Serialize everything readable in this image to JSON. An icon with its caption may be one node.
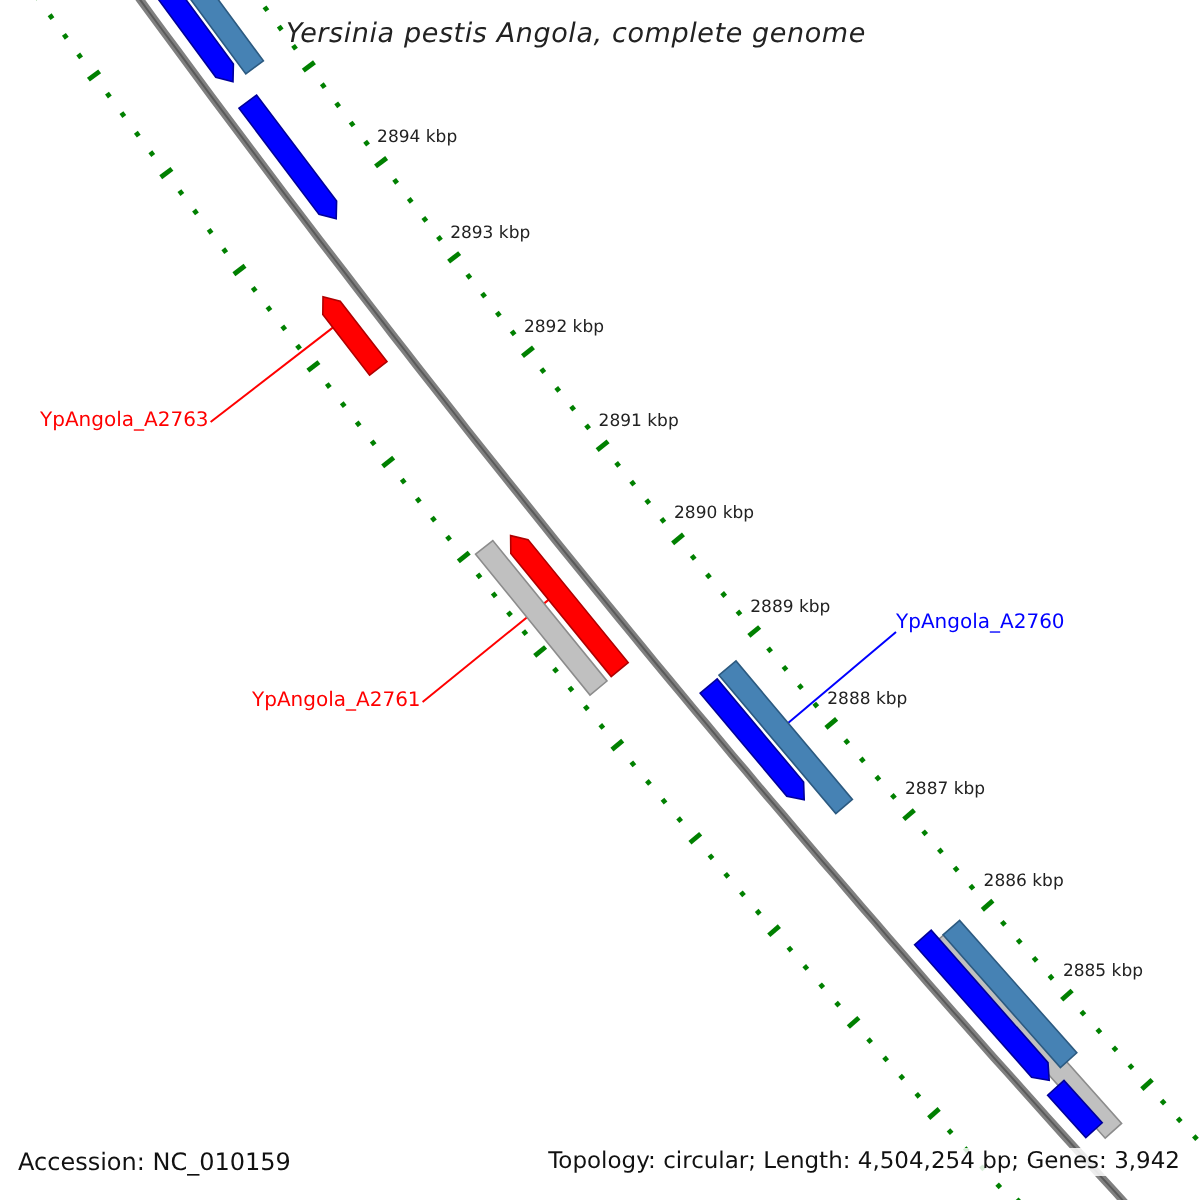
{
  "diagram": {
    "title": "Yersinia pestis Angola, complete genome",
    "nodes": [
      {
        "text": [],
        "shape": "bar"
      },
      {
        "text": [],
        "shape": "arrow"
      },
      {
        "text": [],
        "shape": "arrow"
      },
      {
        "text": [],
        "shape": "arrow"
      },
      {
        "text": [
          "YpAngola_A2763"
        ]
      },
      {
        "text": [],
        "shape": "arrow"
      },
      {
        "text": [],
        "shape": "bar"
      },
      {
        "text": [
          "YpAngola_A2760"
        ]
      },
      {
        "text": [],
        "shape": "bar"
      },
      {
        "text": [
          "YpAngola_A2761"
        ]
      },
      {
        "text": [],
        "shape": "arrow"
      },
      {
        "text": [],
        "shape": "bar"
      },
      {
        "text": [],
        "shape": "bar"
      },
      {
        "text": [],
        "shape": "arrow"
      },
      {
        "text": [],
        "shape": "bar"
      }
    ],
    "edges": [
      {
        "from": 4,
        "to": 3,
        "arrow": "none"
      },
      {
        "from": 9,
        "to": 5,
        "arrow": "none"
      },
      {
        "from": 7,
        "to": 8,
        "arrow": "none",
        "color": "#0000ff"
      }
    ],
    "labels": [
      "2894 kbp",
      "2893 kbp",
      "2892 kbp",
      "2891 kbp",
      "2890 kbp",
      "2889 kbp",
      "2888 kbp",
      "2887 kbp",
      "2886 kbp",
      "2885 kbp",
      "Accession: NC_010159",
      "Topology: circular; Length: 4,504,254 bp; Genes: 3,942"
    ]
  }
}
